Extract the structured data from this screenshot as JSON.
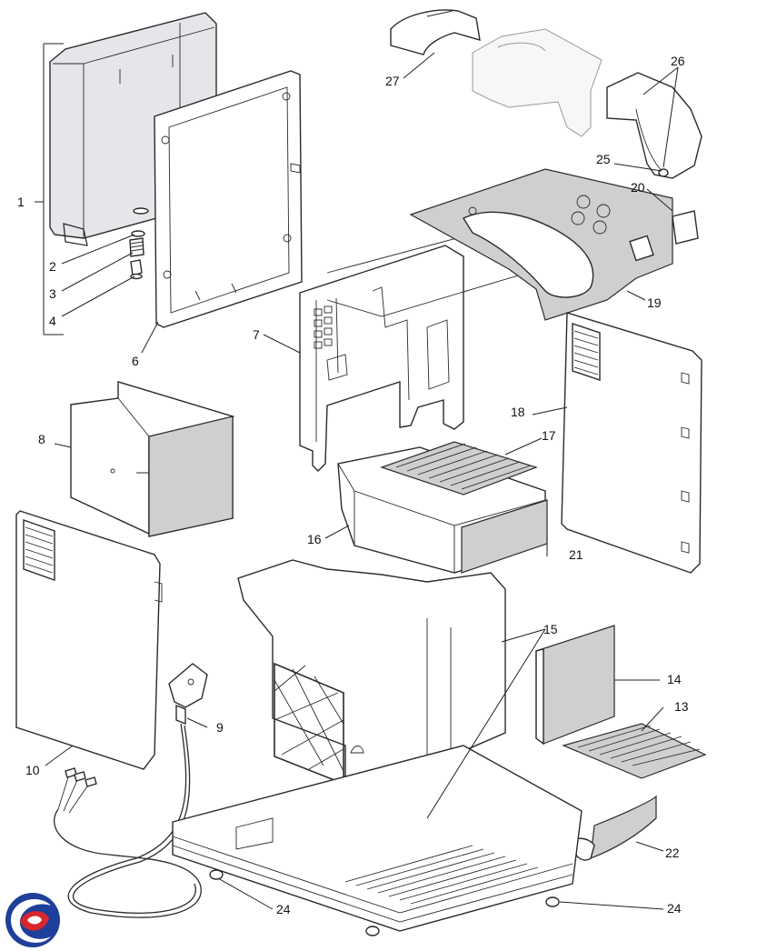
{
  "diagram": {
    "part_numbers": [
      {
        "id": "1",
        "label": "1"
      },
      {
        "id": "2",
        "label": "2"
      },
      {
        "id": "3",
        "label": "3"
      },
      {
        "id": "4",
        "label": "4"
      },
      {
        "id": "6",
        "label": "6"
      },
      {
        "id": "7",
        "label": "7"
      },
      {
        "id": "8",
        "label": "8"
      },
      {
        "id": "9",
        "label": "9"
      },
      {
        "id": "10",
        "label": "10"
      },
      {
        "id": "13",
        "label": "13"
      },
      {
        "id": "14",
        "label": "14"
      },
      {
        "id": "15",
        "label": "15"
      },
      {
        "id": "16",
        "label": "16"
      },
      {
        "id": "17",
        "label": "17"
      },
      {
        "id": "18",
        "label": "18"
      },
      {
        "id": "19",
        "label": "19"
      },
      {
        "id": "20",
        "label": "20"
      },
      {
        "id": "21",
        "label": "21"
      },
      {
        "id": "22",
        "label": "22"
      },
      {
        "id": "24a",
        "label": "24"
      },
      {
        "id": "24b",
        "label": "24"
      },
      {
        "id": "25",
        "label": "25"
      },
      {
        "id": "26",
        "label": "26"
      },
      {
        "id": "27",
        "label": "27"
      }
    ]
  },
  "logo": {
    "icon": "circular-swirl-brand-logo",
    "colors": [
      "#1e3f9a",
      "#d7262d"
    ]
  },
  "colors": {
    "line": "#2a2a2a",
    "panel_fill": "#cfcfcf",
    "background": "#ffffff"
  }
}
